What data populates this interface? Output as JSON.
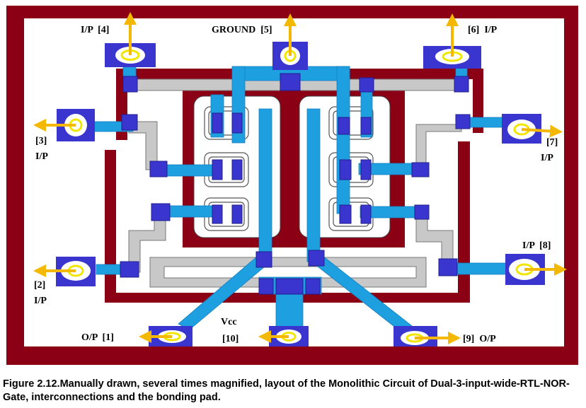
{
  "labels": {
    "pad4": "I/P  [4]",
    "pad5": "GROUND  [5]",
    "pad6": "[6]  I/P",
    "pad3_num": "[3]",
    "pad3_io": "I/P",
    "pad7_num": "[7]",
    "pad7_io": "I/P",
    "pad2_num": "[2]",
    "pad2_io": "I/P",
    "pad8": "I/P  [8]",
    "pad1": "O/P  [1]",
    "pad10_name": "Vcc",
    "pad10_num": "[10]",
    "pad9": "[9]  O/P"
  },
  "caption": "Figure 2.12.Manually drawn, several times magnified, layout of the Monolithic Circuit of Dual-3-input-wide-RTL-NOR-Gate, interconnections and the bonding pad.",
  "colors": {
    "frame": "#8b0014",
    "metal": "#1e9fe0",
    "contact": "#3b35d0",
    "resistor": "#c8c8c8",
    "bond_ring": "#f2e600",
    "arrow": "#f5b800"
  }
}
